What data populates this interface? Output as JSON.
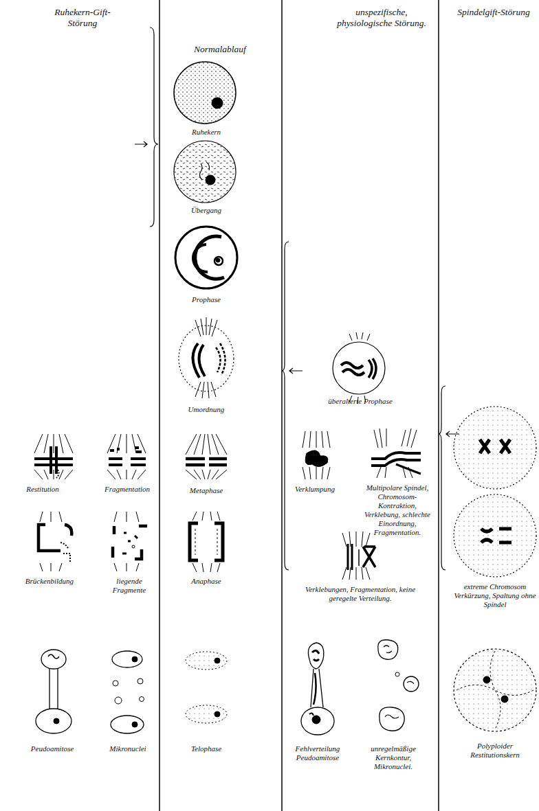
{
  "diagram": {
    "labels": [
      "Ruhekern-Gift-Störung",
      "Normalablauf",
      "unspezifische, physiologische Störung.",
      "Spindelgift-Störung",
      "Ruhekern",
      "Übergang",
      "Prophase",
      "überalterte Prophase",
      "Umordnung",
      "Restitution",
      "Fragmentation",
      "Metaphase",
      "Verklumpung",
      "Multipolare Spindel, Chromosom-Kontraktion, Verklebung, schlechte Einordnung, Fragmentation.",
      "Brückenbildung",
      "liegende Fragmente",
      "Anaphase",
      "Verklebungen, Fragmentation, keine geregelte Verteilung.",
      "extreme Chromosom Verkürzung, Spaltung ohne Spindel",
      "Peudoamitose",
      "Mikronuclei",
      "Telophase",
      "Fehlverteilung Peudoamitose",
      "unregelmäßige Kernkontur, Mikronuclei.",
      "Polyploider Restitutionskern"
    ]
  }
}
